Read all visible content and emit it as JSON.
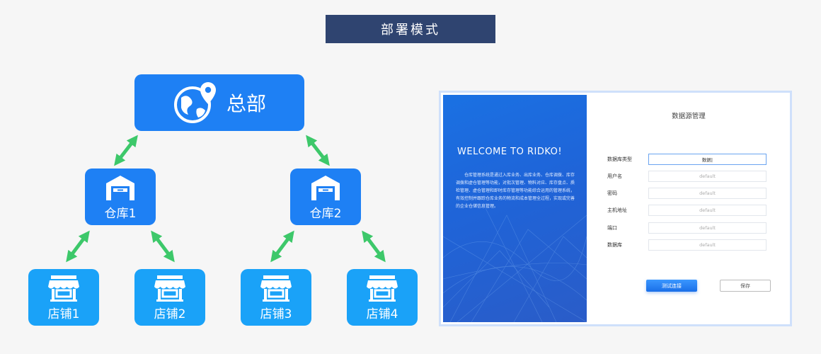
{
  "header": {
    "title": "部署模式"
  },
  "diagram": {
    "hq": {
      "label": "总部",
      "icon": "globe-location-icon"
    },
    "warehouses": [
      {
        "label": "仓库1",
        "icon": "warehouse-icon"
      },
      {
        "label": "仓库2",
        "icon": "warehouse-icon"
      }
    ],
    "stores": [
      {
        "label": "店铺1",
        "icon": "store-icon"
      },
      {
        "label": "店铺2",
        "icon": "store-icon"
      },
      {
        "label": "店铺3",
        "icon": "store-icon"
      },
      {
        "label": "店铺4",
        "icon": "store-icon"
      }
    ],
    "colors": {
      "primary": "#1e80f4",
      "store": "#1aa2f8",
      "arrow": "#3dc86a",
      "banner": "#2f4470"
    }
  },
  "screenshot": {
    "welcome": "WELCOME TO RIDKO!",
    "description": "仓库管理系统是通过入库业务、出库业务、仓库调拨、库存调拨和虚仓管理等功能，对批次管理、物料对应、库存盘点、质检管理、虚仓管理和即时库存管理等功能综合运用的管理系统，有效控制并跟踪仓库业务的物流和成本管理全过程，实现或完善的企业仓储信息管理。",
    "form_title": "数据源管理",
    "fields": [
      {
        "label": "数据库类型",
        "value": "数据|"
      },
      {
        "label": "用户名",
        "value": "default"
      },
      {
        "label": "密码",
        "value": "default"
      },
      {
        "label": "主机地址",
        "value": "default"
      },
      {
        "label": "端口",
        "value": "default"
      },
      {
        "label": "数据库",
        "value": "default"
      }
    ],
    "buttons": {
      "test": "测试连接",
      "save": "保存"
    }
  }
}
